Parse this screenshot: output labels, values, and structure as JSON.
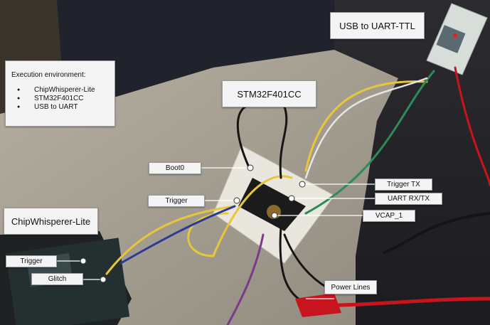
{
  "annotations": {
    "usb_uart_ttl": "USB to UART-TTL",
    "stm32": "STM32F401CC",
    "chipwhisperer": "ChipWhisperer-Lite",
    "boot0": "Boot0",
    "trigger_mid": "Trigger",
    "trigger_tx": "Trigger TX",
    "uart_rx_tx": "UART RX/TX",
    "vcap": "VCAP_1",
    "trigger_left": "Trigger",
    "glitch": "Glitch",
    "power_lines": "Power Lines"
  },
  "environment": {
    "title": "Execution environment:",
    "items": [
      "ChipWhisperer-Lite",
      "STM32F401CC",
      "USB to UART"
    ]
  },
  "colors": {
    "wire_yellow": "#e8c63a",
    "wire_blue": "#2a3a9a",
    "wire_green": "#2f8a5a",
    "wire_black": "#151515",
    "wire_white": "#e6e6e6",
    "wire_red": "#c8141c",
    "wire_purple": "#7a3a8a"
  }
}
